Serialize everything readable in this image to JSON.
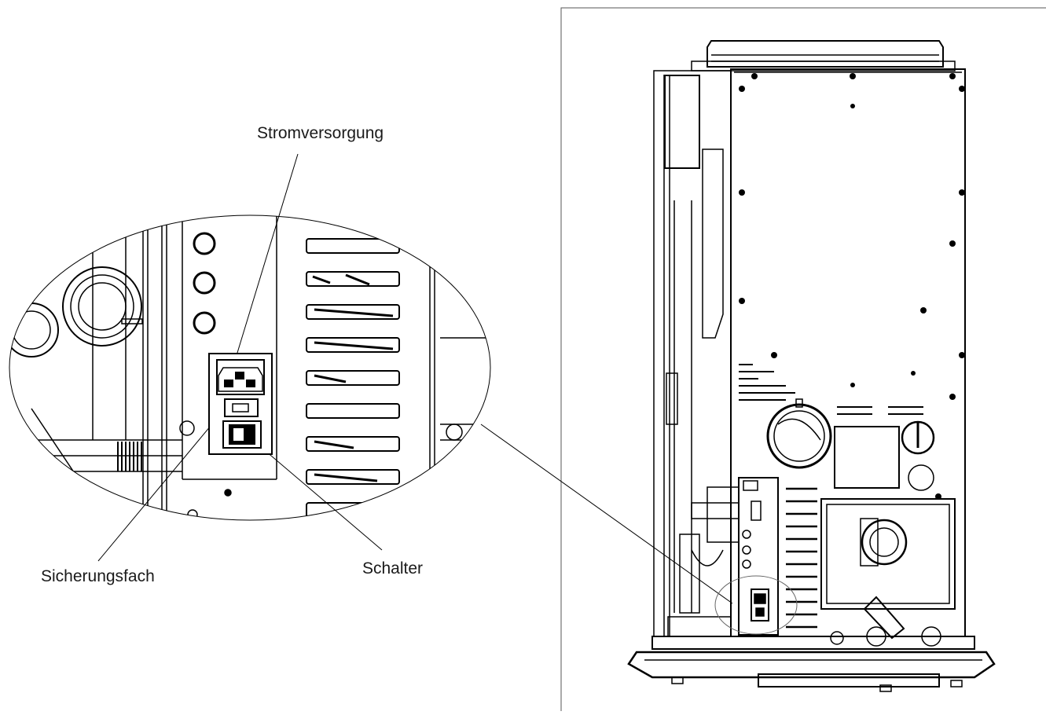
{
  "labels": {
    "power_supply": "Stromversorgung",
    "fuse_compartment": "Sicherungsfach",
    "switch": "Schalter"
  },
  "colors": {
    "line": "#000000",
    "background": "#ffffff",
    "frame": "#555555"
  }
}
